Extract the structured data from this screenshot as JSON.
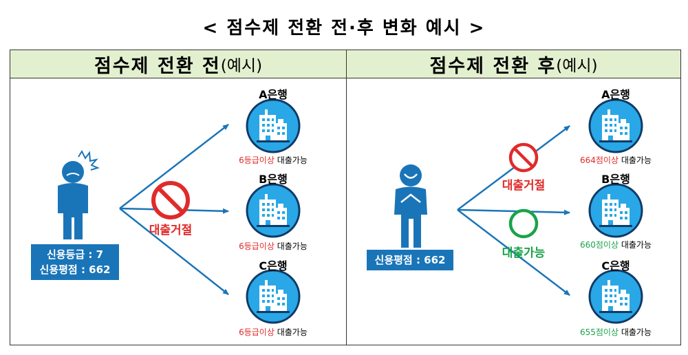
{
  "title": "< 점수제 전환 전·후 변화 예시 >",
  "left_panel": {
    "header_strong": "점수제 전환 전",
    "header_light": "(예시)",
    "person_info": [
      "신용등급 : 7",
      "신용평점 : 662"
    ],
    "status": "대출거절",
    "banks": [
      {
        "name": "A은행",
        "condition": "6등급이상",
        "suffix": "대출가능"
      },
      {
        "name": "B은행",
        "condition": "6등급이상",
        "suffix": "대출가능"
      },
      {
        "name": "C은행",
        "condition": "6등급이상",
        "suffix": "대출가능"
      }
    ]
  },
  "right_panel": {
    "header_strong": "점수제 전환 후",
    "header_light": "(예시)",
    "person_info": [
      "신용평점 : 662"
    ],
    "status_reject": "대출거절",
    "status_ok": "대출가능",
    "banks": [
      {
        "name": "A은행",
        "condition": "664점이상",
        "suffix": "대출가능"
      },
      {
        "name": "B은행",
        "condition": "660점이상",
        "suffix": "대출가능"
      },
      {
        "name": "C은행",
        "condition": "655점이상",
        "suffix": "대출가능"
      }
    ]
  },
  "colors": {
    "header_bg": "#e3f0cf",
    "accent_blue": "#1a75b8",
    "bank_circle": "#29a7e6",
    "reject_red": "#e02b2b",
    "ok_green": "#1aa34a"
  },
  "icons": [
    "bank-building-icon",
    "person-sad-icon",
    "person-happy-icon",
    "prohibited-icon",
    "approved-circle-icon"
  ]
}
